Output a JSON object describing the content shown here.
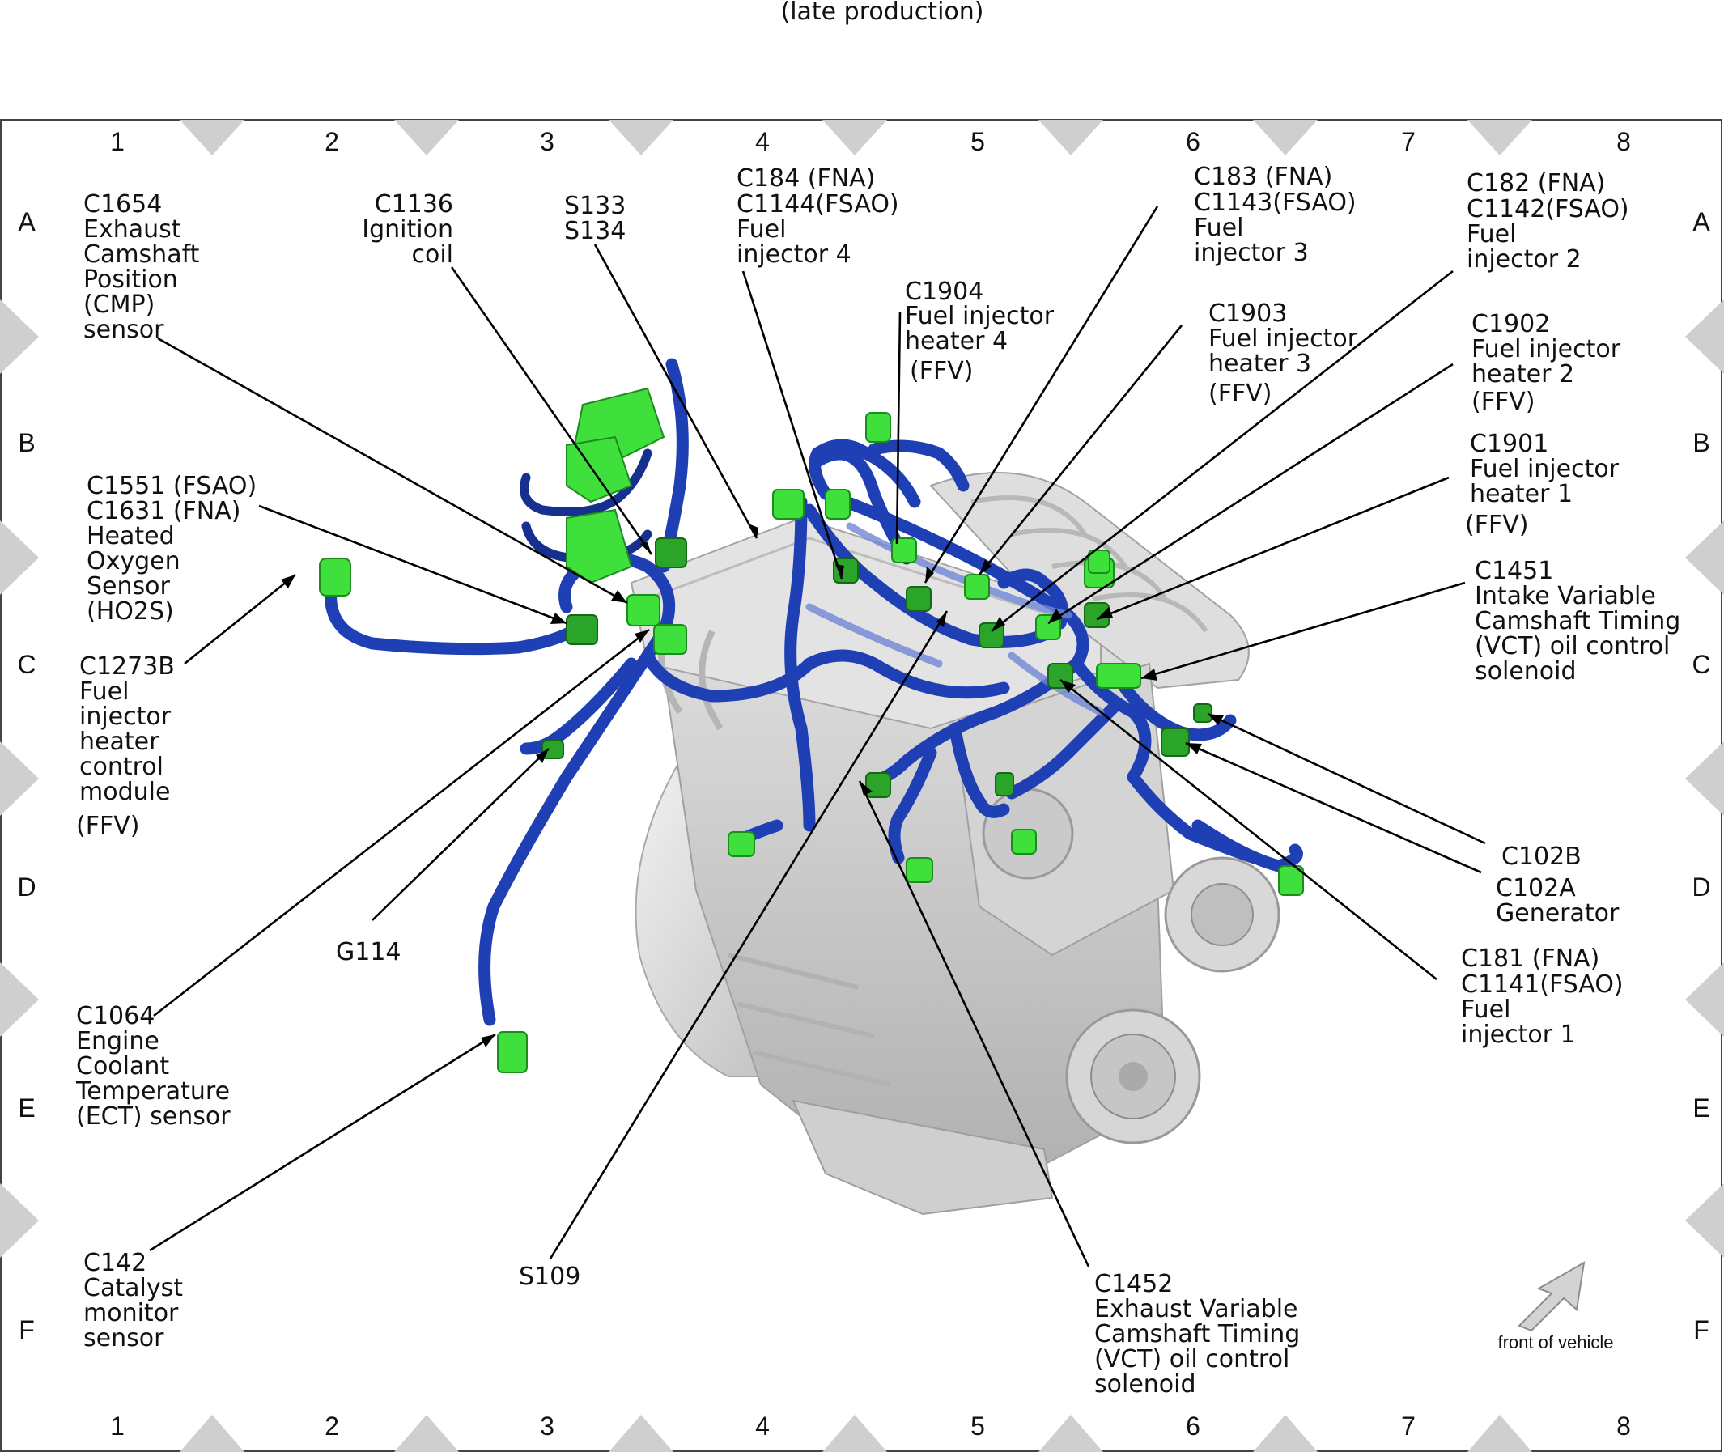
{
  "caption": "(late production)",
  "grid": {
    "columns": [
      "1",
      "2",
      "3",
      "4",
      "5",
      "6",
      "7",
      "8"
    ],
    "rows": [
      "A",
      "B",
      "C",
      "D",
      "E",
      "F"
    ]
  },
  "callouts": {
    "c1654": [
      "C1654",
      "Exhaust",
      "Camshaft",
      "Position",
      "(CMP)",
      "sensor"
    ],
    "c1136": [
      "C1136",
      "Ignition",
      "coil"
    ],
    "s133": [
      "S133",
      "S134"
    ],
    "c184": [
      "C184 (FNA)",
      "C1144(FSAO)",
      "Fuel",
      "injector 4"
    ],
    "c1904": [
      "C1904",
      "Fuel injector",
      "heater 4",
      "(FFV)"
    ],
    "c183": [
      "C183  (FNA)",
      "C1143(FSAO)",
      "Fuel",
      "injector 3"
    ],
    "c1903": [
      "C1903",
      "Fuel injector",
      "heater 3",
      "(FFV)"
    ],
    "c182": [
      "C182 (FNA)",
      "C1142(FSAO)",
      "Fuel",
      "injector 2"
    ],
    "c1902": [
      "C1902",
      "Fuel injector",
      "heater 2",
      "(FFV)"
    ],
    "c1901": [
      "C1901",
      "Fuel injector",
      "heater 1",
      "(FFV)"
    ],
    "c1551": [
      "C1551 (FSAO)",
      "C1631 (FNA)",
      "Heated",
      "Oxygen",
      "Sensor",
      "(HO2S)"
    ],
    "c1273b": [
      "C1273B",
      "Fuel",
      "injector",
      "heater",
      "control",
      "module",
      "(FFV)"
    ],
    "c1451": [
      "C1451",
      "Intake Variable",
      "Camshaft Timing",
      "(VCT) oil control",
      "solenoid"
    ],
    "c102b": [
      "C102B"
    ],
    "c102a": [
      "C102A",
      "Generator"
    ],
    "c181": [
      "C181 (FNA)",
      "C1141(FSAO)",
      "Fuel",
      "injector 1"
    ],
    "g114": [
      "G114"
    ],
    "c1064": [
      "C1064",
      "Engine",
      "Coolant",
      "Temperature",
      "(ECT) sensor"
    ],
    "c142": [
      "C142",
      "Catalyst",
      "monitor",
      "sensor"
    ],
    "s109": [
      "S109"
    ],
    "c1452": [
      "C1452",
      "Exhaust Variable",
      "Camshaft Timing",
      "(VCT) oil control",
      "solenoid"
    ]
  },
  "front_of_vehicle": "front of vehicle",
  "colors": {
    "harness": "#1f3fb5",
    "connector": "#3fe03c",
    "engine": "#d9d9d9"
  }
}
